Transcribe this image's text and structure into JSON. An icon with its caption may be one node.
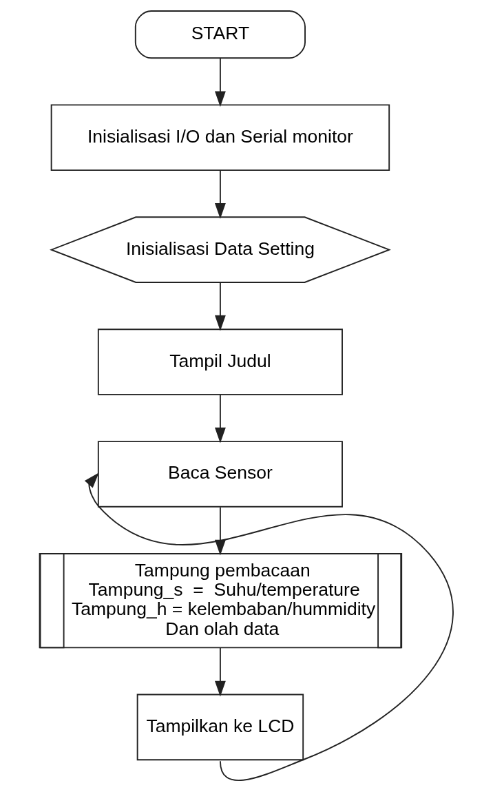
{
  "diagram": {
    "nodes": [
      {
        "text": [
          "START"
        ]
      },
      {
        "text": [
          "Inisialisasi I/O dan Serial monitor"
        ]
      },
      {
        "text": [
          "Inisialisasi Data Setting"
        ]
      },
      {
        "text": [
          "Tampil Judul"
        ]
      },
      {
        "text": [
          "Baca Sensor"
        ]
      },
      {
        "text": [
          "Tampung pembacaan",
          "Tampung_s  =  Suhu/temperature",
          "Tampung_h = kelembaban/hummidity",
          "Dan olah data"
        ]
      },
      {
        "text": [
          "Tampilkan ke LCD"
        ]
      }
    ],
    "edges": [
      {
        "from": 0,
        "to": 1,
        "arrow": "to"
      },
      {
        "from": 1,
        "to": 2,
        "arrow": "to"
      },
      {
        "from": 2,
        "to": 3,
        "arrow": "to"
      },
      {
        "from": 3,
        "to": 4,
        "arrow": "to"
      },
      {
        "from": 4,
        "to": 5,
        "arrow": "to"
      },
      {
        "from": 5,
        "to": 6,
        "arrow": "to"
      },
      {
        "from": 6,
        "to": 4,
        "arrow": "to"
      }
    ]
  }
}
